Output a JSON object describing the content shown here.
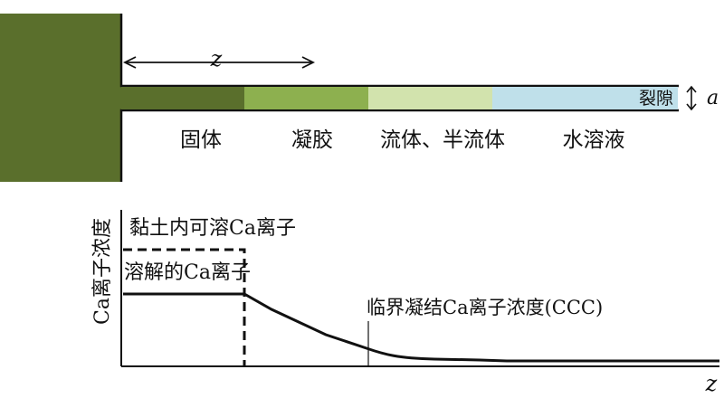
{
  "top": {
    "z_label": "z",
    "crack_label": "裂隙",
    "a_label": "a",
    "zones": [
      {
        "label": "固体",
        "color": "#5a6f2c"
      },
      {
        "label": "凝胶",
        "color": "#8db04f"
      },
      {
        "label": "流体、半流体",
        "color": "#d2e3ad"
      },
      {
        "label": "水溶液",
        "color": "#bfe0ea"
      }
    ],
    "block_color": "#5a6f2c"
  },
  "bottom": {
    "y_axis_label": "Ca离子浓度",
    "x_axis_label": "z",
    "clay_label": "黏土内可溶Ca离子",
    "dissolved_label": "溶解的Ca离子",
    "ccc_label": "临界凝结Ca离子浓度(CCC)"
  }
}
